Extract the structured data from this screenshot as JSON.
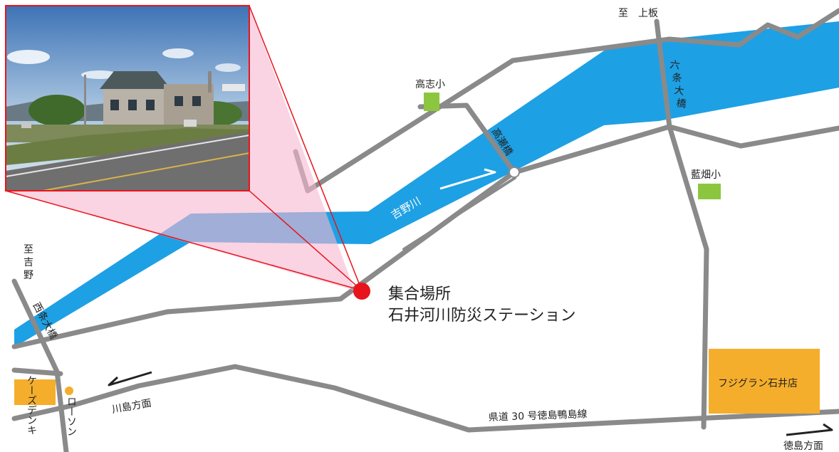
{
  "colors": {
    "river": "#1ea0e4",
    "road": "#8a8a8a",
    "school": "#8cc63f",
    "store": "#f5ae2b",
    "marker": "#e8141b",
    "callout": "#f7b8d0",
    "callout_line": "#e8141b"
  },
  "markers": {
    "assembly_label": "集合場所",
    "station_name": "石井河川防災ステーション"
  },
  "labels": {
    "to_kamiita": "至　上板",
    "to_yoshino_1": "至",
    "to_yoshino_2": "吉",
    "to_yoshino_3": "野",
    "rokujo_ohashi_1": "六",
    "rokujo_ohashi_2": "条",
    "rokujo_ohashi_3": "大",
    "rokujo_ohashi_4": "橋",
    "saijo_ohashi": "西条大橋",
    "takase_bashi": "高瀬橋",
    "yoshino_river": "吉野川",
    "takashi_school": "高志小",
    "aibatake_school": "藍畑小",
    "fuji_grand": "フジグラン石井店",
    "ks_denki": "ケーズデンキ",
    "lawson": "ローソン",
    "kawashima": "川島方面",
    "prefectural_road": "県道 30 号徳島鴨島線",
    "tokushima": "徳島方面"
  },
  "icons": {
    "flow_arrow": "river-flow-arrow-icon",
    "left_arrow": "direction-left-arrow-icon",
    "right_arrow": "direction-right-arrow-icon",
    "photo": "station-photo"
  }
}
